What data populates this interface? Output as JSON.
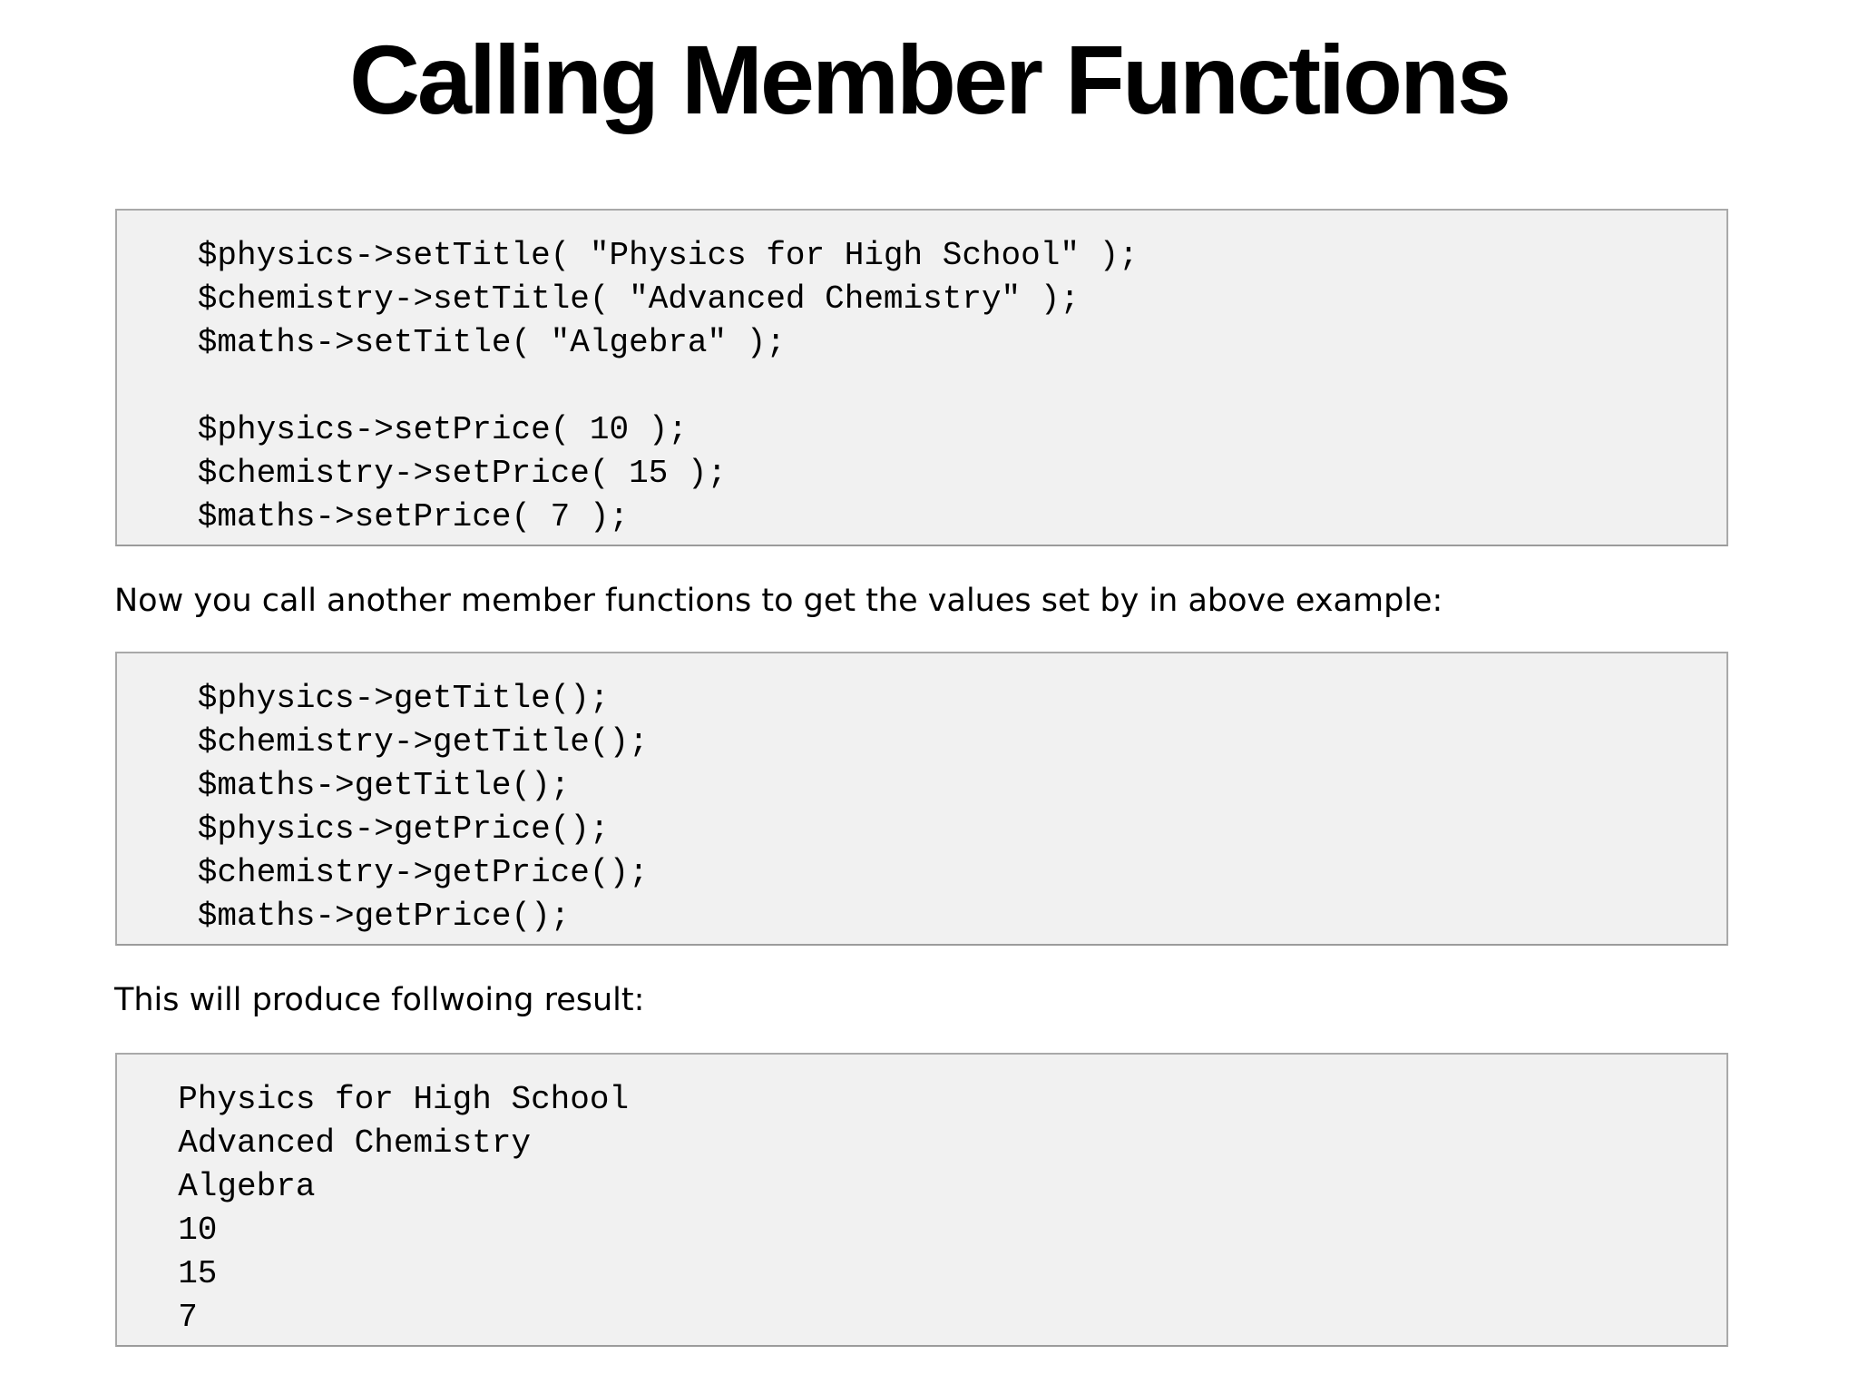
{
  "title": "Calling Member Functions",
  "paragraphs": {
    "intro_get": "Now you call another member functions to get the values set by in above example:",
    "result": "This will produce follwoing result:"
  },
  "code_blocks": [
    {
      "name": "set-member-function-calls",
      "lines": [
        "   $physics->setTitle( \"Physics for High School\" );",
        "   $chemistry->setTitle( \"Advanced Chemistry\" );",
        "   $maths->setTitle( \"Algebra\" );",
        "",
        "   $physics->setPrice( 10 );",
        "   $chemistry->setPrice( 15 );",
        "   $maths->setPrice( 7 );"
      ]
    },
    {
      "name": "get-member-function-calls",
      "lines": [
        "   $physics->getTitle();",
        "   $chemistry->getTitle();",
        "   $maths->getTitle();",
        "   $physics->getPrice();",
        "   $chemistry->getPrice();",
        "   $maths->getPrice();"
      ]
    },
    {
      "name": "program-output",
      "lines": [
        "  Physics for High School",
        "  Advanced Chemistry",
        "  Algebra",
        "  10",
        "  15",
        "  7"
      ]
    }
  ],
  "colors": {
    "page_background": "#ffffff",
    "code_block_background": "#f1f1f1",
    "code_block_border": "#a9a9a9",
    "text": "#000000"
  }
}
